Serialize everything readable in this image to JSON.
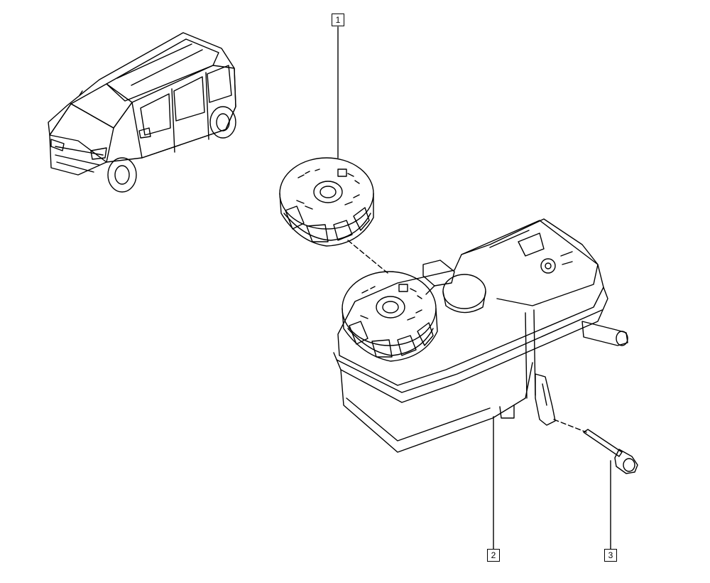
{
  "callouts": [
    {
      "label": "1"
    },
    {
      "label": "2"
    },
    {
      "label": "3"
    }
  ],
  "colors": {
    "line": "#000000",
    "background": "#ffffff"
  }
}
